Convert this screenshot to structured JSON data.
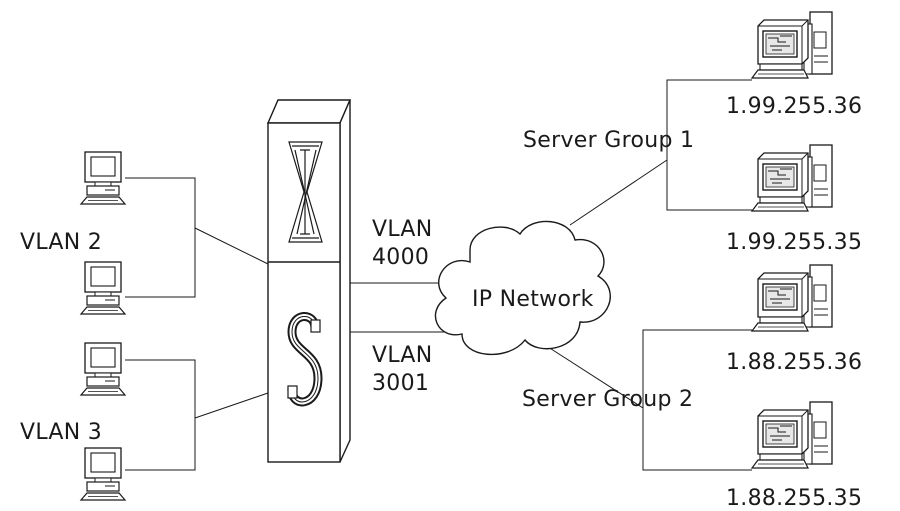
{
  "switch": {
    "logo_top": "switch-x-logo",
    "logo_bottom": "switch-s-logo"
  },
  "vlans": {
    "vlan2": "VLAN 2",
    "vlan3": "VLAN 3",
    "vlan4000_line1": "VLAN",
    "vlan4000_line2": "4000",
    "vlan3001_line1": "VLAN",
    "vlan3001_line2": "3001"
  },
  "network": {
    "label": "IP Network"
  },
  "server_groups": {
    "group1": "Server Group 1",
    "group2": "Server Group 2"
  },
  "servers": {
    "s1": "1.99.255.36",
    "s2": "1.99.255.35",
    "s3": "1.88.255.36",
    "s4": "1.88.255.35"
  },
  "colors": {
    "line": "#1a1a1a",
    "fill": "#ffffff"
  }
}
